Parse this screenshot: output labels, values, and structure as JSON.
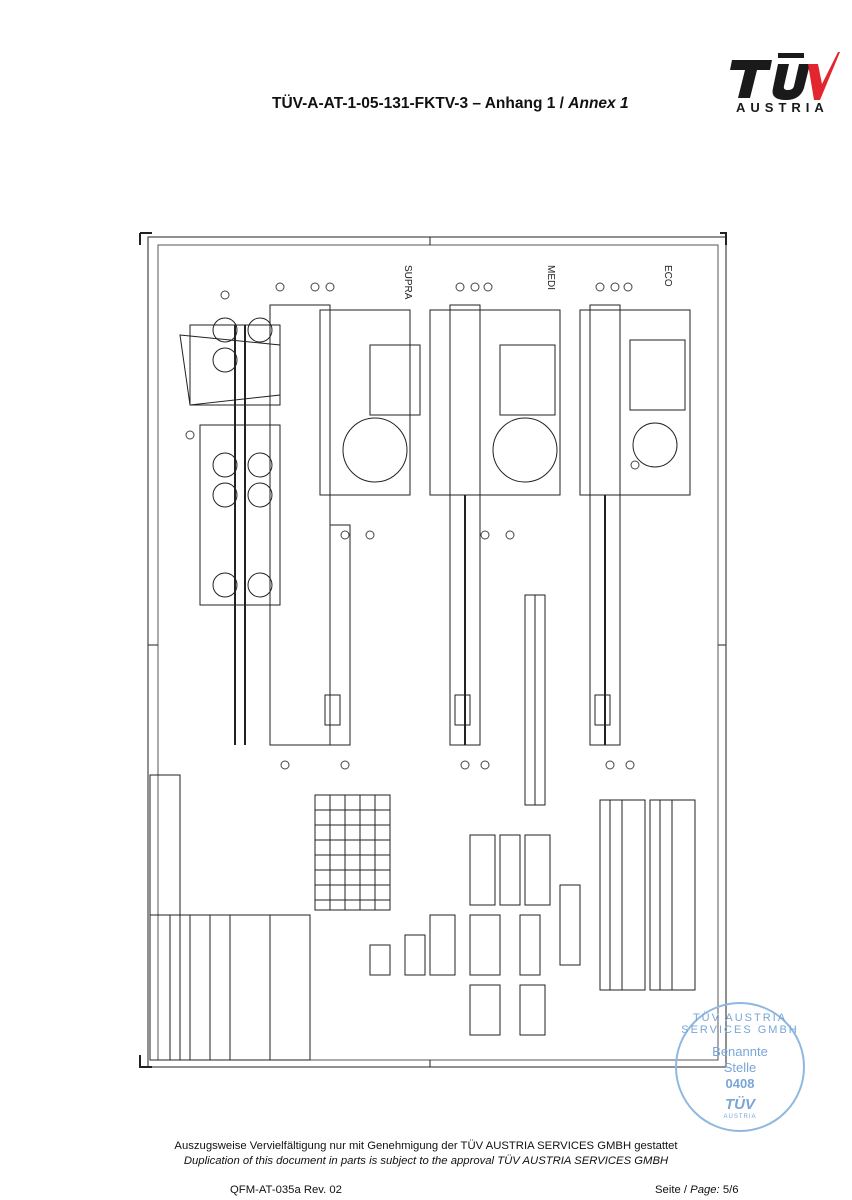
{
  "header": {
    "doc_id": "TÜV-A-AT-1-05-131-FKTV-3 – Anhang 1 / ",
    "annex": "Annex 1",
    "logo_main": "TÜV",
    "logo_sub": "AUSTRIA"
  },
  "drawing": {
    "variants": [
      "SUPRA",
      "MEDI",
      "ECO"
    ]
  },
  "stamp": {
    "ring_text": "TÜV AUSTRIA SERVICES GMBH",
    "line1": "Benannte",
    "line2": "Stelle",
    "number": "0408",
    "logo": "TÜV",
    "logo_sub": "AUSTRIA"
  },
  "footer": {
    "notice_de": "Auszugsweise Vervielfältigung nur mit Genehmigung der TÜV AUSTRIA SERVICES GMBH gestattet",
    "notice_en": "Duplication of this document in parts is subject to the approval TÜV AUSTRIA SERVICES GMBH",
    "form_id": "QFM-AT-035a Rev. 02",
    "page_label": "Seite / ",
    "page_label_en": "Page:",
    "page_number": " 5/6"
  },
  "colors": {
    "logo_red": "#e3262d",
    "stamp_blue": "#7aa6d6"
  }
}
